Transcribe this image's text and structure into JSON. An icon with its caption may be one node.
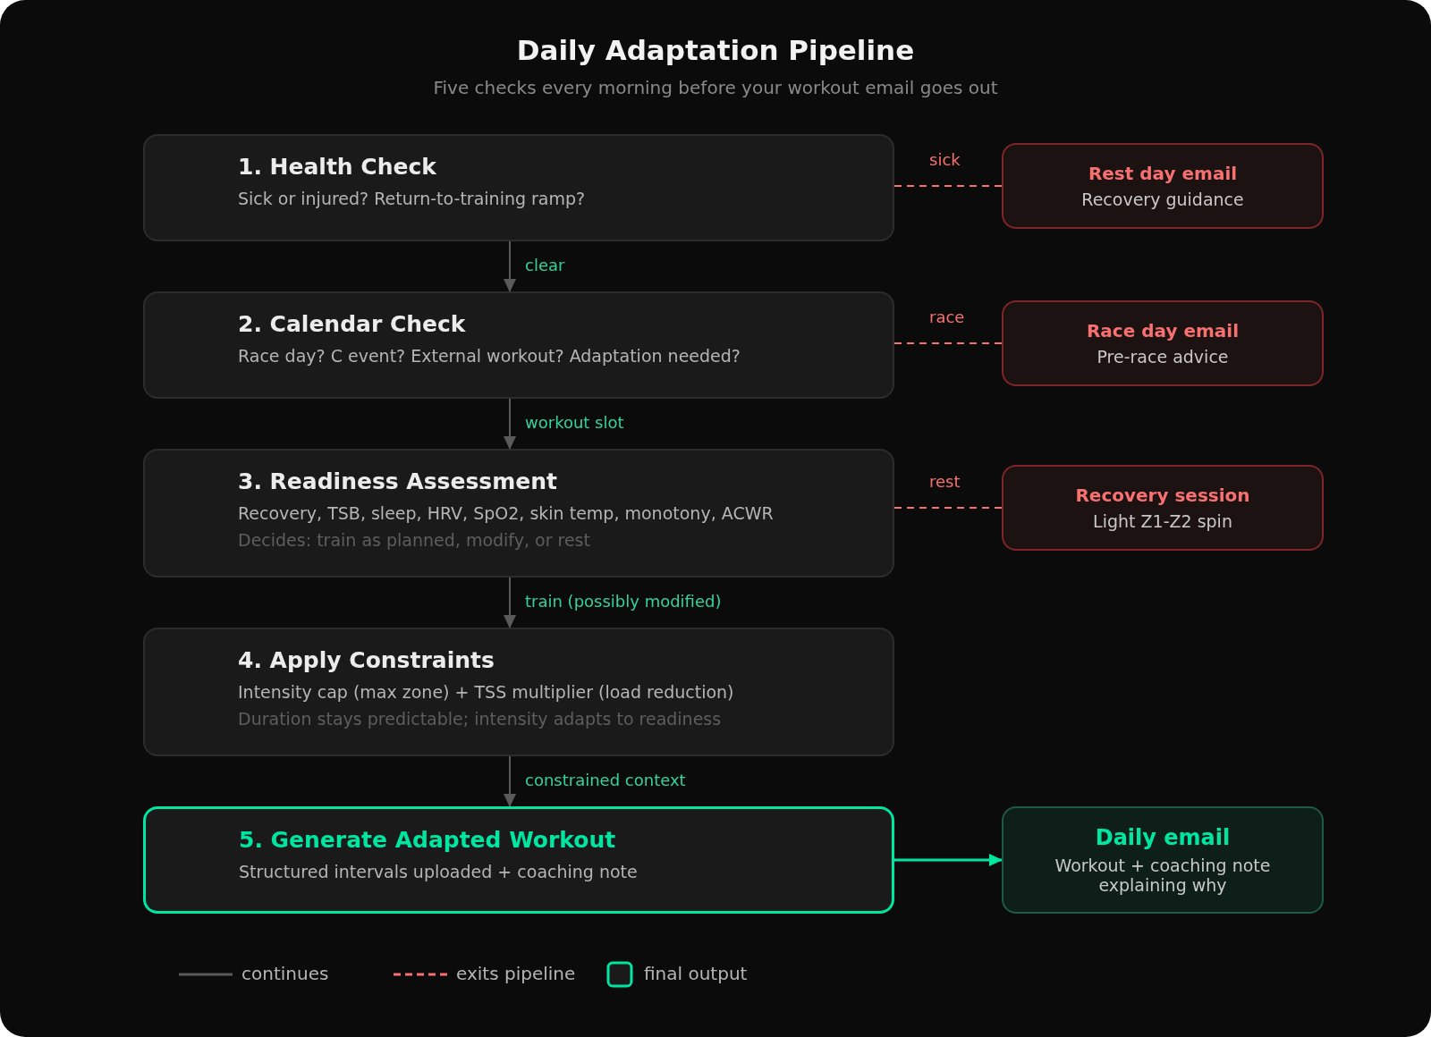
{
  "diagram": {
    "title": "Daily Adaptation Pipeline",
    "caption": "Five checks every morning before your workout email goes out",
    "nodes": [
      {
        "text": [
          "1. Health Check",
          "Sick or injured? Return-to-training ramp?"
        ]
      },
      {
        "text": [
          "Rest day email",
          "Recovery guidance"
        ]
      },
      {
        "text": [
          "2. Calendar Check",
          "Race day? C event? External workout? Adaptation needed?"
        ]
      },
      {
        "text": [
          "Race day email",
          "Pre-race advice"
        ]
      },
      {
        "text": [
          "3. Readiness Assessment",
          "Recovery, TSB, sleep, HRV, SpO2, skin temp, monotony, ACWR",
          "Decides: train as planned, modify, or rest"
        ]
      },
      {
        "text": [
          "Recovery session",
          "Light Z1-Z2 spin"
        ]
      },
      {
        "text": [
          "4. Apply Constraints",
          "Intensity cap (max zone) + TSS multiplier (load reduction)",
          "Duration stays predictable; intensity adapts to readiness"
        ]
      },
      {
        "text": [
          "5. Generate Adapted Workout",
          "Structured intervals uploaded + coaching note"
        ]
      },
      {
        "text": [
          "Daily email",
          "Workout + coaching note explaining why"
        ]
      }
    ],
    "edges": [
      {
        "from": 0,
        "to": 2,
        "arrow": "to",
        "label": "clear"
      },
      {
        "from": 2,
        "to": 4,
        "arrow": "to",
        "label": "workout slot"
      },
      {
        "from": 4,
        "to": 6,
        "arrow": "to",
        "label": "train (possibly modified)"
      },
      {
        "from": 6,
        "to": 7,
        "arrow": "to",
        "label": "constrained context"
      },
      {
        "from": 0,
        "to": 1,
        "arrow": "none",
        "label": "sick",
        "style": "dashed",
        "color": "#f87171"
      },
      {
        "from": 2,
        "to": 3,
        "arrow": "none",
        "label": "race",
        "style": "dashed",
        "color": "#f87171"
      },
      {
        "from": 4,
        "to": 5,
        "arrow": "none",
        "label": "rest",
        "style": "dashed",
        "color": "#f87171"
      },
      {
        "from": 7,
        "to": 8,
        "arrow": "to",
        "color": "#00e5a0"
      }
    ],
    "legend": [
      {
        "text": "continues"
      },
      {
        "text": "exits pipeline"
      },
      {
        "text": "final output"
      }
    ]
  }
}
